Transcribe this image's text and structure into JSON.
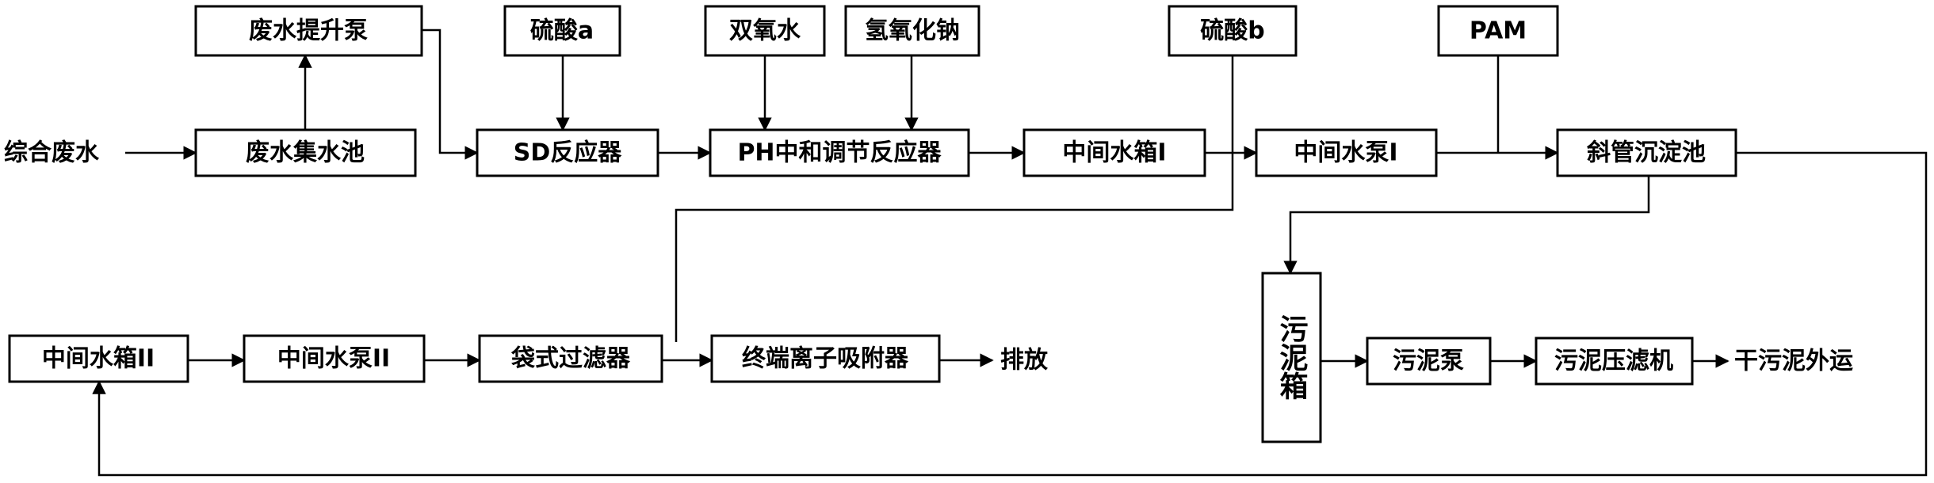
{
  "diagram": {
    "nodes": {
      "raw_wastewater": "综合废水",
      "collection_pool": "废水集水池",
      "lift_pump": "废水提升泵",
      "sulfuric_acid_a": "硫酸a",
      "sd_reactor": "SD反应器",
      "hydrogen_peroxide": "双氧水",
      "sodium_hydroxide": "氢氧化钠",
      "ph_reactor": "PH中和调节反应器",
      "tank_1": "中间水箱I",
      "sulfuric_acid_b": "硫酸b",
      "pump_1": "中间水泵I",
      "pam": "PAM",
      "settling_tank": "斜管沉淀池",
      "sludge_tank": "污泥箱",
      "sludge_pump": "污泥泵",
      "filter_press": "污泥压滤机",
      "dry_sludge": "干污泥外运",
      "tank_2": "中间水箱II",
      "pump_2": "中间水泵II",
      "bag_filter": "袋式过滤器",
      "ion_adsorber": "终端离子吸附器",
      "discharge": "排放"
    }
  }
}
